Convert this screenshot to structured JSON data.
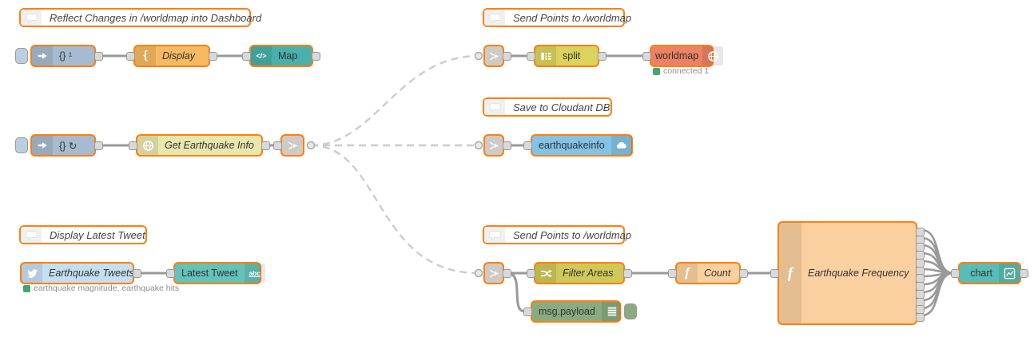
{
  "flow": {
    "comments": {
      "reflect": "Reflect Changes in /worldmap into Dashboard",
      "send_points_top": "Send Points to /worldmap",
      "save_cloudant": "Save to Cloudant DB",
      "display_tweet": "Display Latest Tweet",
      "send_points_bottom": "Send Points to /worldmap"
    },
    "nodes": {
      "inject_once": {
        "label": "{} ¹"
      },
      "display": {
        "label": "Display",
        "icon_glyph": "{"
      },
      "map": {
        "label": "Map",
        "icon_glyph": "</>"
      },
      "inject_repeat": {
        "label": "{} ↻"
      },
      "get_earthquake_info": {
        "label": "Get Earthquake Info"
      },
      "split": {
        "label": "split"
      },
      "worldmap": {
        "label": "worldmap",
        "status": "connected 1"
      },
      "earthquakeinfo": {
        "label": "earthquakeinfo"
      },
      "earthquake_tweets": {
        "label": "Earthquake Tweets",
        "status": "earthquake magnitude, earthquake hits"
      },
      "latest_tweet": {
        "label": "Latest Tweet",
        "icon_glyph": "abc"
      },
      "filter_areas": {
        "label": "Filter Areas"
      },
      "msg_payload": {
        "label": "msg.payload"
      },
      "count": {
        "label": "Count",
        "icon_glyph": "f"
      },
      "earthquake_frequency": {
        "label": "Earthquake Frequency",
        "icon_glyph": "f"
      },
      "chart": {
        "label": "chart"
      }
    },
    "colors": {
      "selection": "#ff7f0e",
      "inject": "#a6bbcf",
      "template_orange": "#f7ba63",
      "ui_teal_dark": "#49b0ab",
      "ui_teal": "#63c3b8",
      "http_request": "#e8e7ae",
      "split_yellow": "#dbd35e",
      "switch_yellow": "#cfc959",
      "worldmap_salmon": "#ed8164",
      "cloudant_blue": "#82c3e6",
      "twitter_blue": "#c4dff0",
      "debug_green": "#8aab7f",
      "function_orange": "#fbd0a0",
      "link_gray": "#d8d3ce",
      "status_green": "#44a56f",
      "wire": "#999999",
      "link_wire": "#cccccc"
    }
  }
}
